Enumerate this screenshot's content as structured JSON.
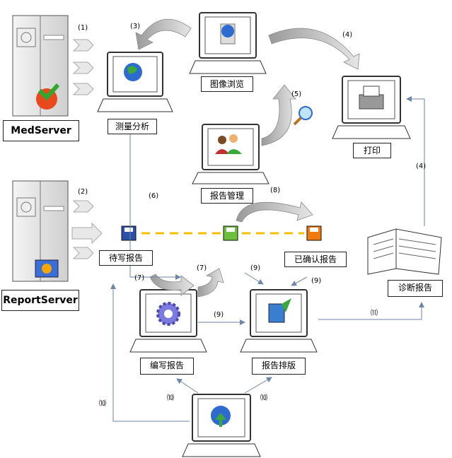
{
  "servers": {
    "med": "MedServer",
    "report": "ReportServer"
  },
  "nodes": {
    "measure": "测量分析",
    "browse": "图像浏览",
    "manage": "报告管理",
    "print": "打印",
    "pending": "待写报告",
    "confirmed": "已确认报告",
    "diagnose": "诊断报告",
    "write": "编写报告",
    "layout": "报告排版"
  },
  "steps": {
    "s1": "(1)",
    "s2": "(2)",
    "s3": "(3)",
    "s4a": "(4)",
    "s4b": "(4)",
    "s5": "(5)",
    "s6": "(6)",
    "s7a": "(7)",
    "s7b": "(7)",
    "s8": "(8)",
    "s9a": "(9)",
    "s9b": "(9)",
    "s9c": "(9)",
    "s10a": "⑽",
    "s10b": "⑽",
    "s10c": "⑽",
    "s11": "⑾"
  },
  "colors": {
    "dash": "#f5c000",
    "flow_arrow": "#c8c8c8",
    "screen_blue": "#2d6bd0",
    "globe_green": "#3ca83c"
  }
}
